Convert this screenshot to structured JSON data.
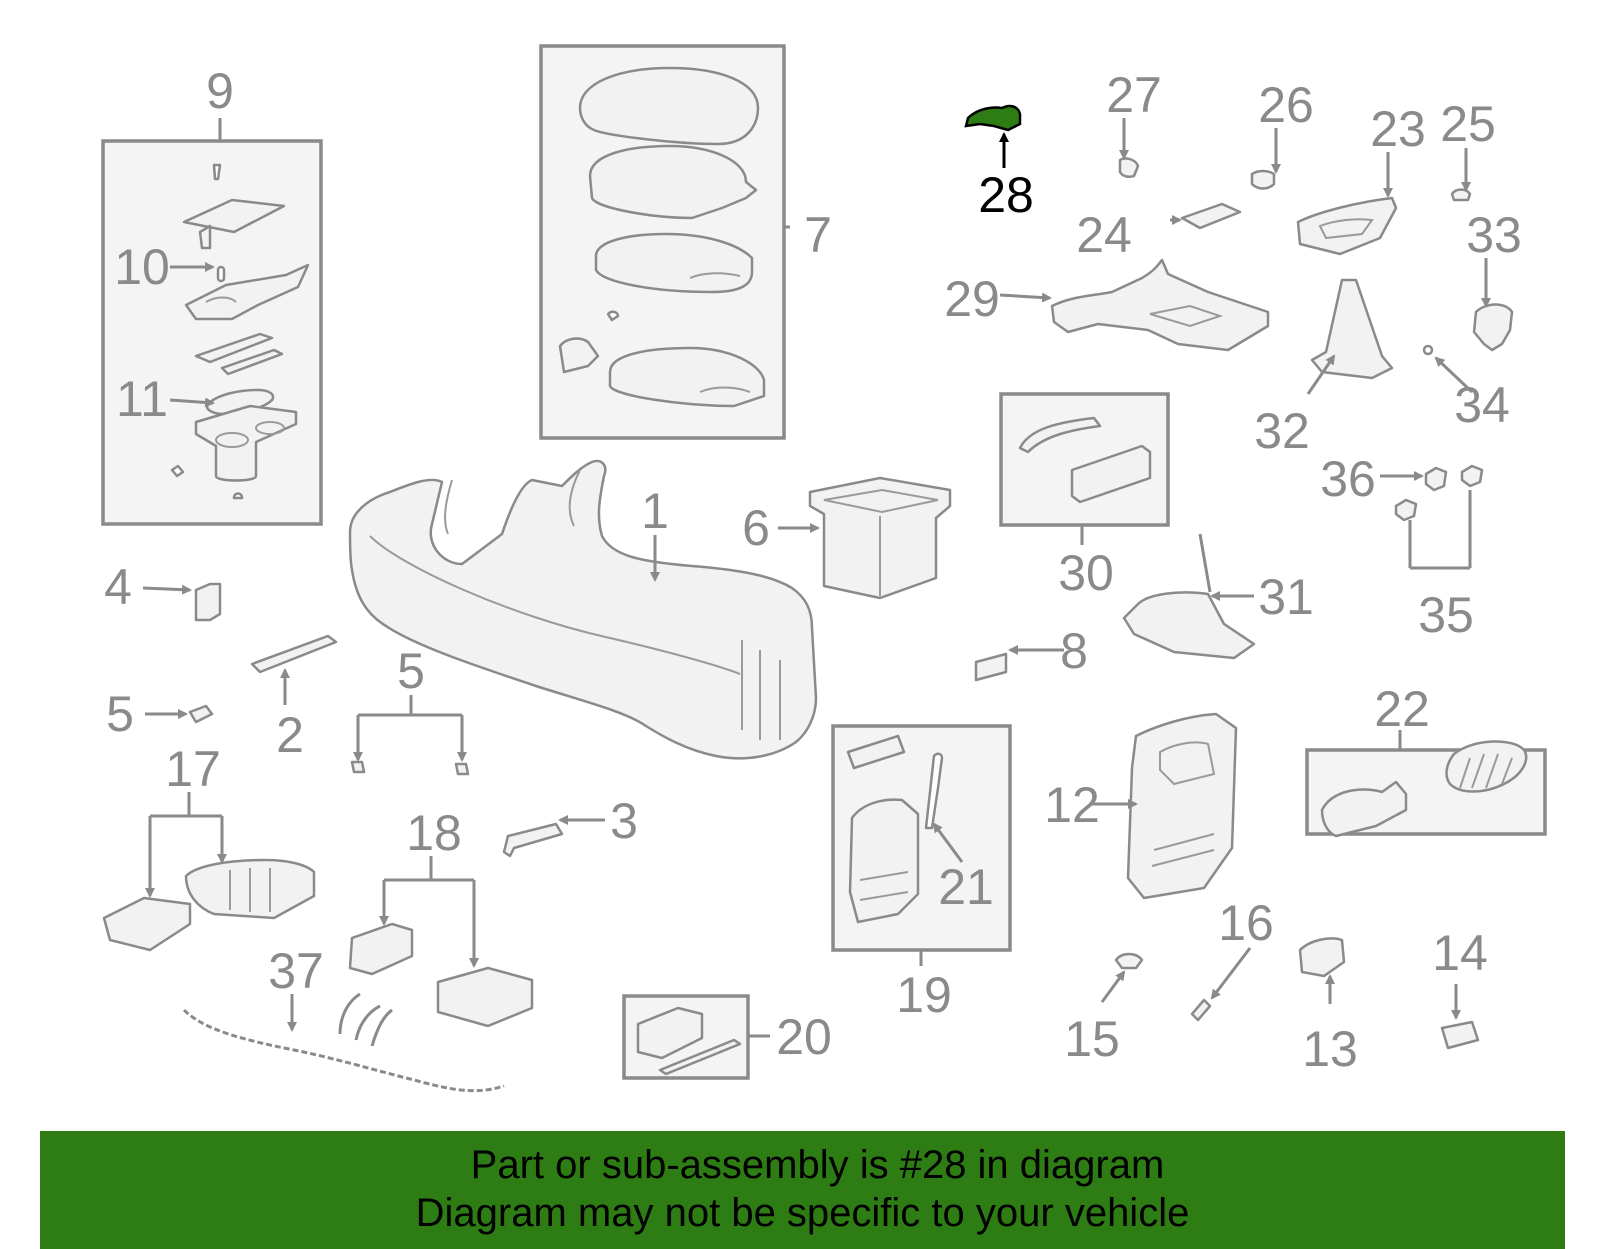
{
  "diagram": {
    "highlighted_part": "28",
    "highlight_color": "#2e7d14",
    "labels": {
      "n1": "1",
      "n2": "2",
      "n3": "3",
      "n4": "4",
      "n5a": "5",
      "n5b": "5",
      "n6": "6",
      "n7": "7",
      "n8": "8",
      "n9": "9",
      "n10": "10",
      "n11": "11",
      "n12": "12",
      "n13": "13",
      "n14": "14",
      "n15": "15",
      "n16": "16",
      "n17": "17",
      "n18": "18",
      "n19": "19",
      "n20": "20",
      "n21": "21",
      "n22": "22",
      "n23": "23",
      "n24": "24",
      "n25": "25",
      "n26": "26",
      "n27": "27",
      "n28": "28",
      "n29": "29",
      "n30": "30",
      "n31": "31",
      "n32": "32",
      "n33": "33",
      "n34": "34",
      "n35": "35",
      "n36": "36",
      "n37": "37"
    }
  },
  "banner": {
    "line1": "Part or sub-assembly is #28 in diagram",
    "line2": "Diagram may not be specific to your vehicle",
    "background": "#2e7d14"
  }
}
